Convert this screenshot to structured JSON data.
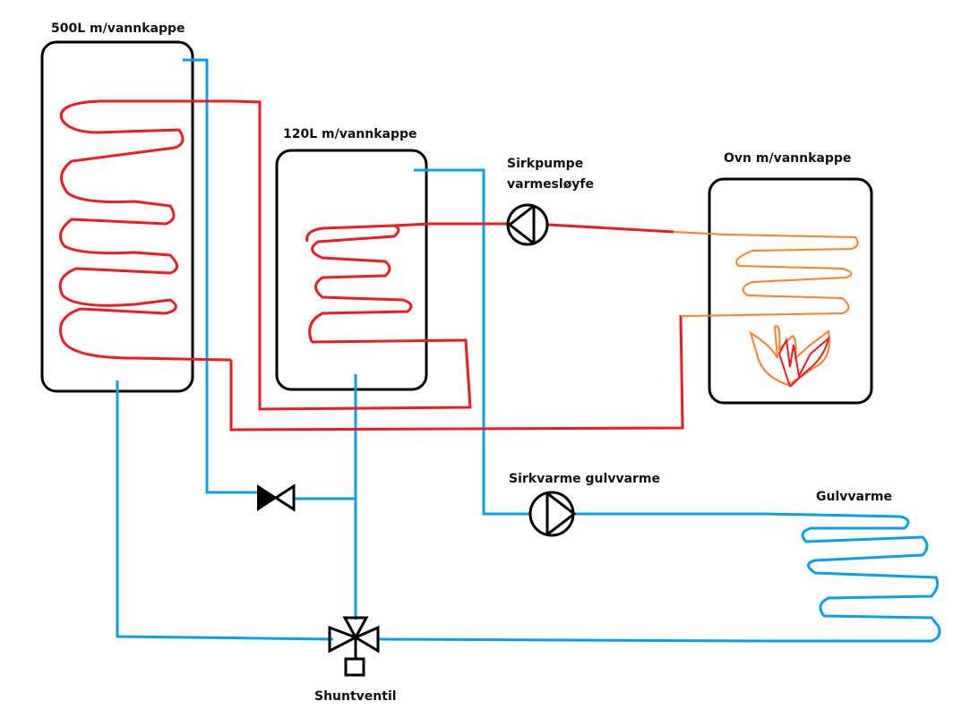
{
  "labels": {
    "tank_500": "500L m/vannkappe",
    "tank_120": "120L m/vannkappe",
    "pump_loop": "Sirkpumpe",
    "pump_loop_2": "varmesløyfe",
    "stove": "Ovn m/vannkappe",
    "pump_floor": "Sirkvarme gulvvarme",
    "floor_heating": "Gulvvarme",
    "shunt_valve": "Shuntventil"
  },
  "colors": {
    "cold_pipe": "#0ba0e6",
    "hot_pipe": "#ed1c24",
    "stove_coil": "#ff7f27",
    "outline": "#000000"
  }
}
